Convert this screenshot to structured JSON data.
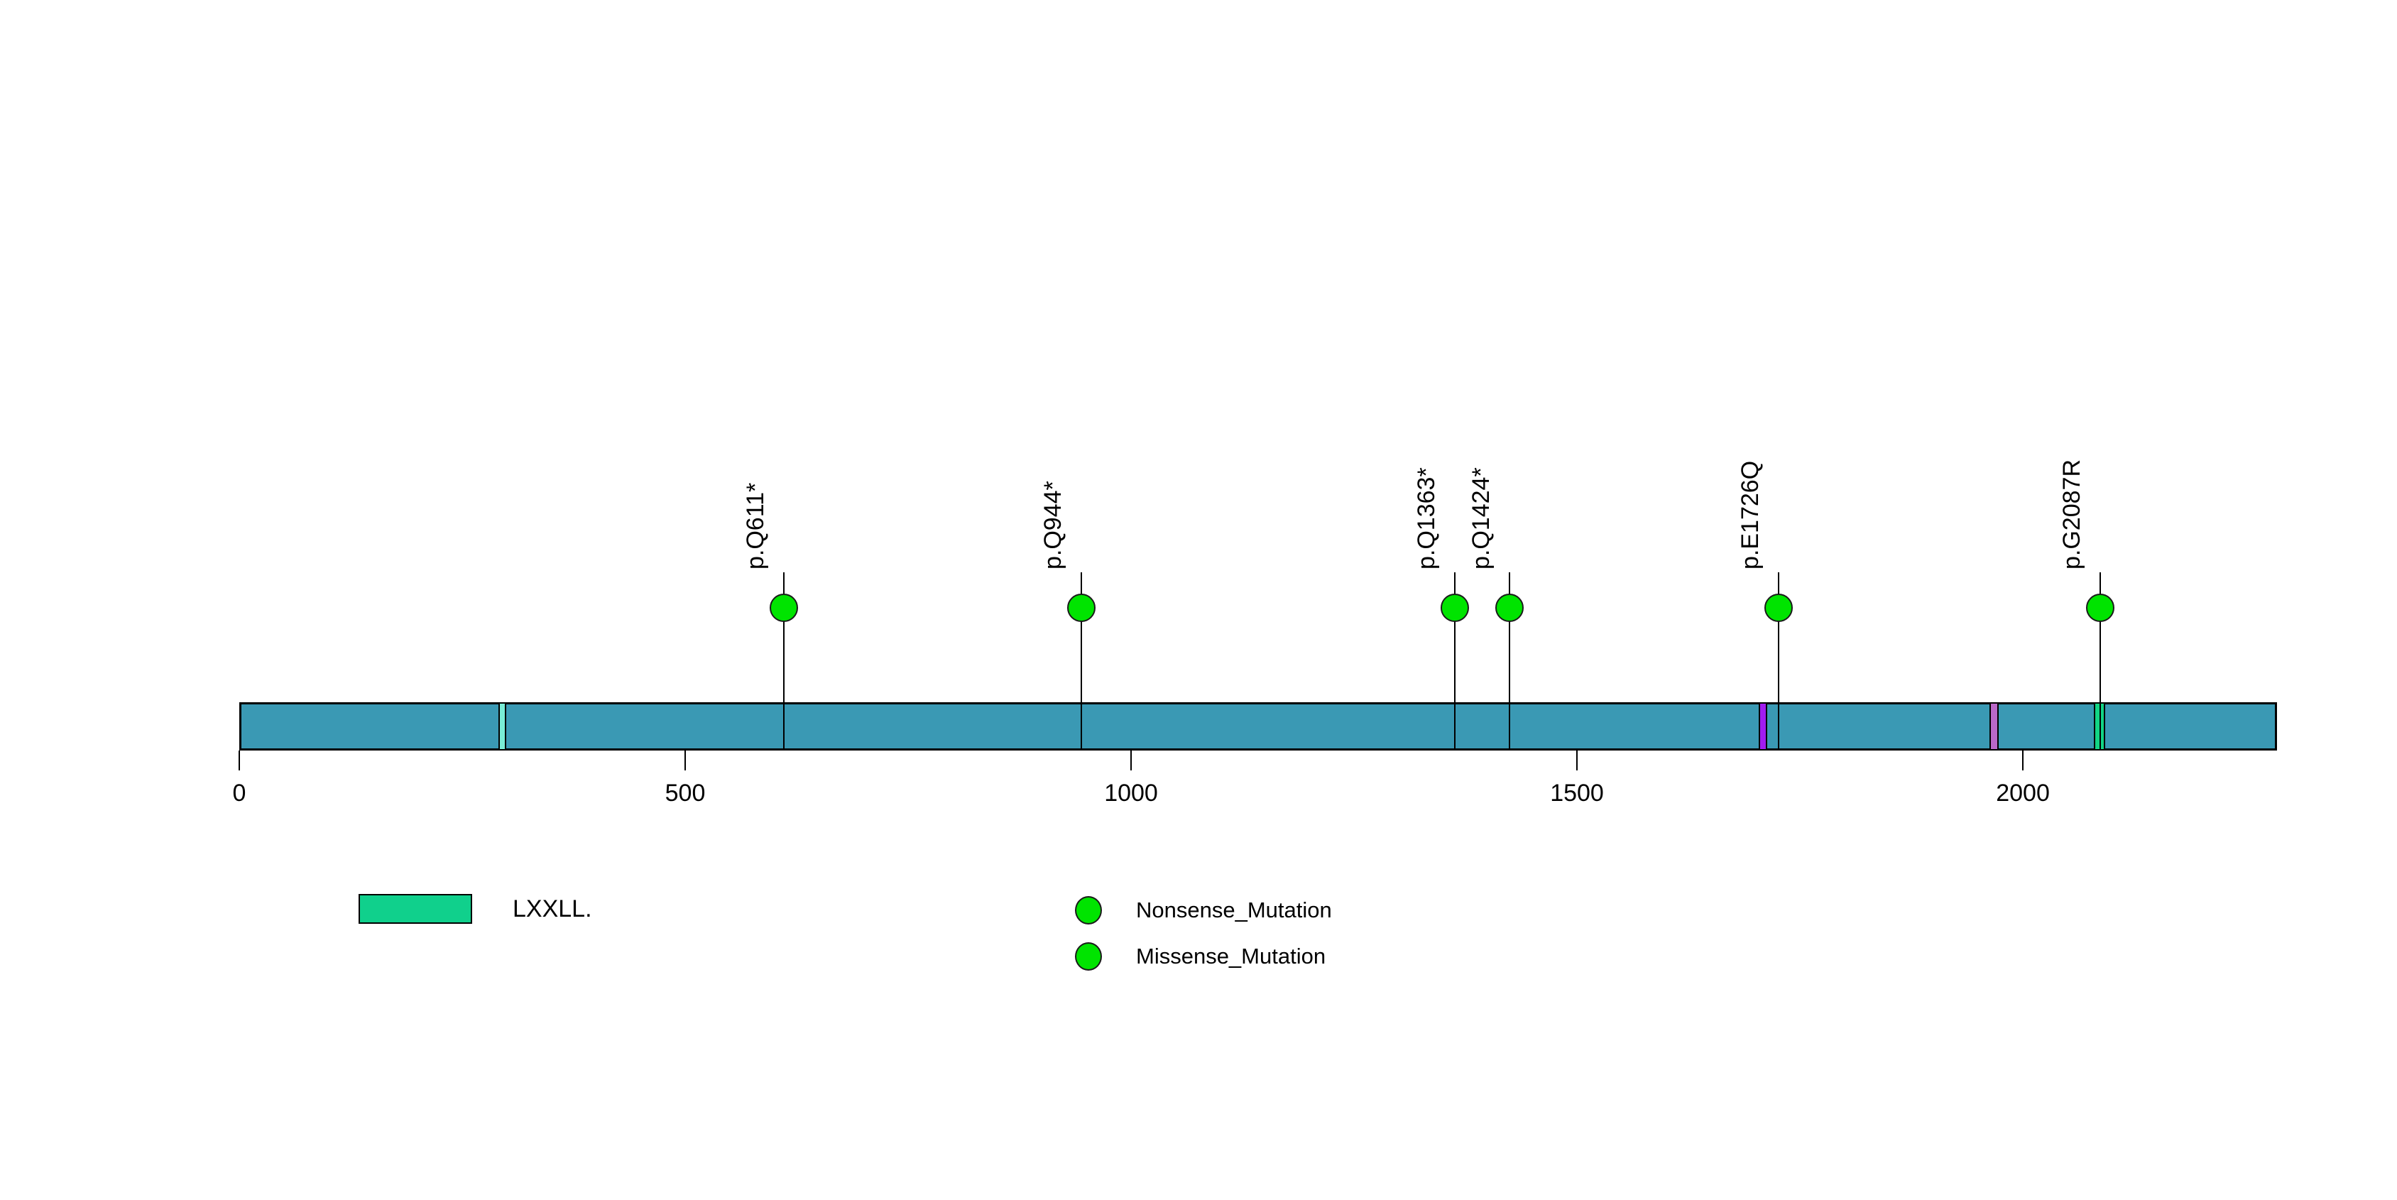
{
  "chart_data": {
    "type": "lollipop",
    "title": "",
    "xlabel": "",
    "ylabel": "",
    "axis": {
      "xlim": [
        0,
        2285
      ],
      "ticks": [
        0,
        500,
        1000,
        1500,
        2000
      ],
      "tick_labels": [
        "0",
        "500",
        "1000",
        "1500",
        "2000"
      ]
    },
    "protein_bar": {
      "fill_color": "#3A99B4",
      "border_color": "#000000"
    },
    "mutations": [
      {
        "label": "p.Q611*",
        "position": 611,
        "type": "Nonsense_Mutation",
        "color": "#00E400"
      },
      {
        "label": "p.Q944*",
        "position": 944,
        "type": "Nonsense_Mutation",
        "color": "#00E400"
      },
      {
        "label": "p.Q1363*",
        "position": 1363,
        "type": "Nonsense_Mutation",
        "color": "#00E400"
      },
      {
        "label": "p.Q1424*",
        "position": 1424,
        "type": "Nonsense_Mutation",
        "color": "#00E400"
      },
      {
        "label": "p.E1726Q",
        "position": 1726,
        "type": "Missense_Mutation",
        "color": "#00E400"
      },
      {
        "label": "p.G2087R",
        "position": 2087,
        "type": "Missense_Mutation",
        "color": "#00E400"
      }
    ],
    "domain_bands": [
      {
        "start": 292,
        "end": 298,
        "color": "#79EDD6"
      },
      {
        "start": 1705,
        "end": 1712,
        "color": "#A11CF0"
      },
      {
        "start": 1964,
        "end": 1971,
        "color": "#BA68C8"
      },
      {
        "start": 2081,
        "end": 2091,
        "color": "#12D585"
      }
    ],
    "legend": {
      "domain_items": [
        {
          "label": "LXXLL.",
          "color": "#10D08C"
        }
      ],
      "mutation_items": [
        {
          "label": "Nonsense_Mutation",
          "color": "#00E400"
        },
        {
          "label": "Missense_Mutation",
          "color": "#00E400"
        }
      ],
      "legend_position": "bottom"
    }
  }
}
